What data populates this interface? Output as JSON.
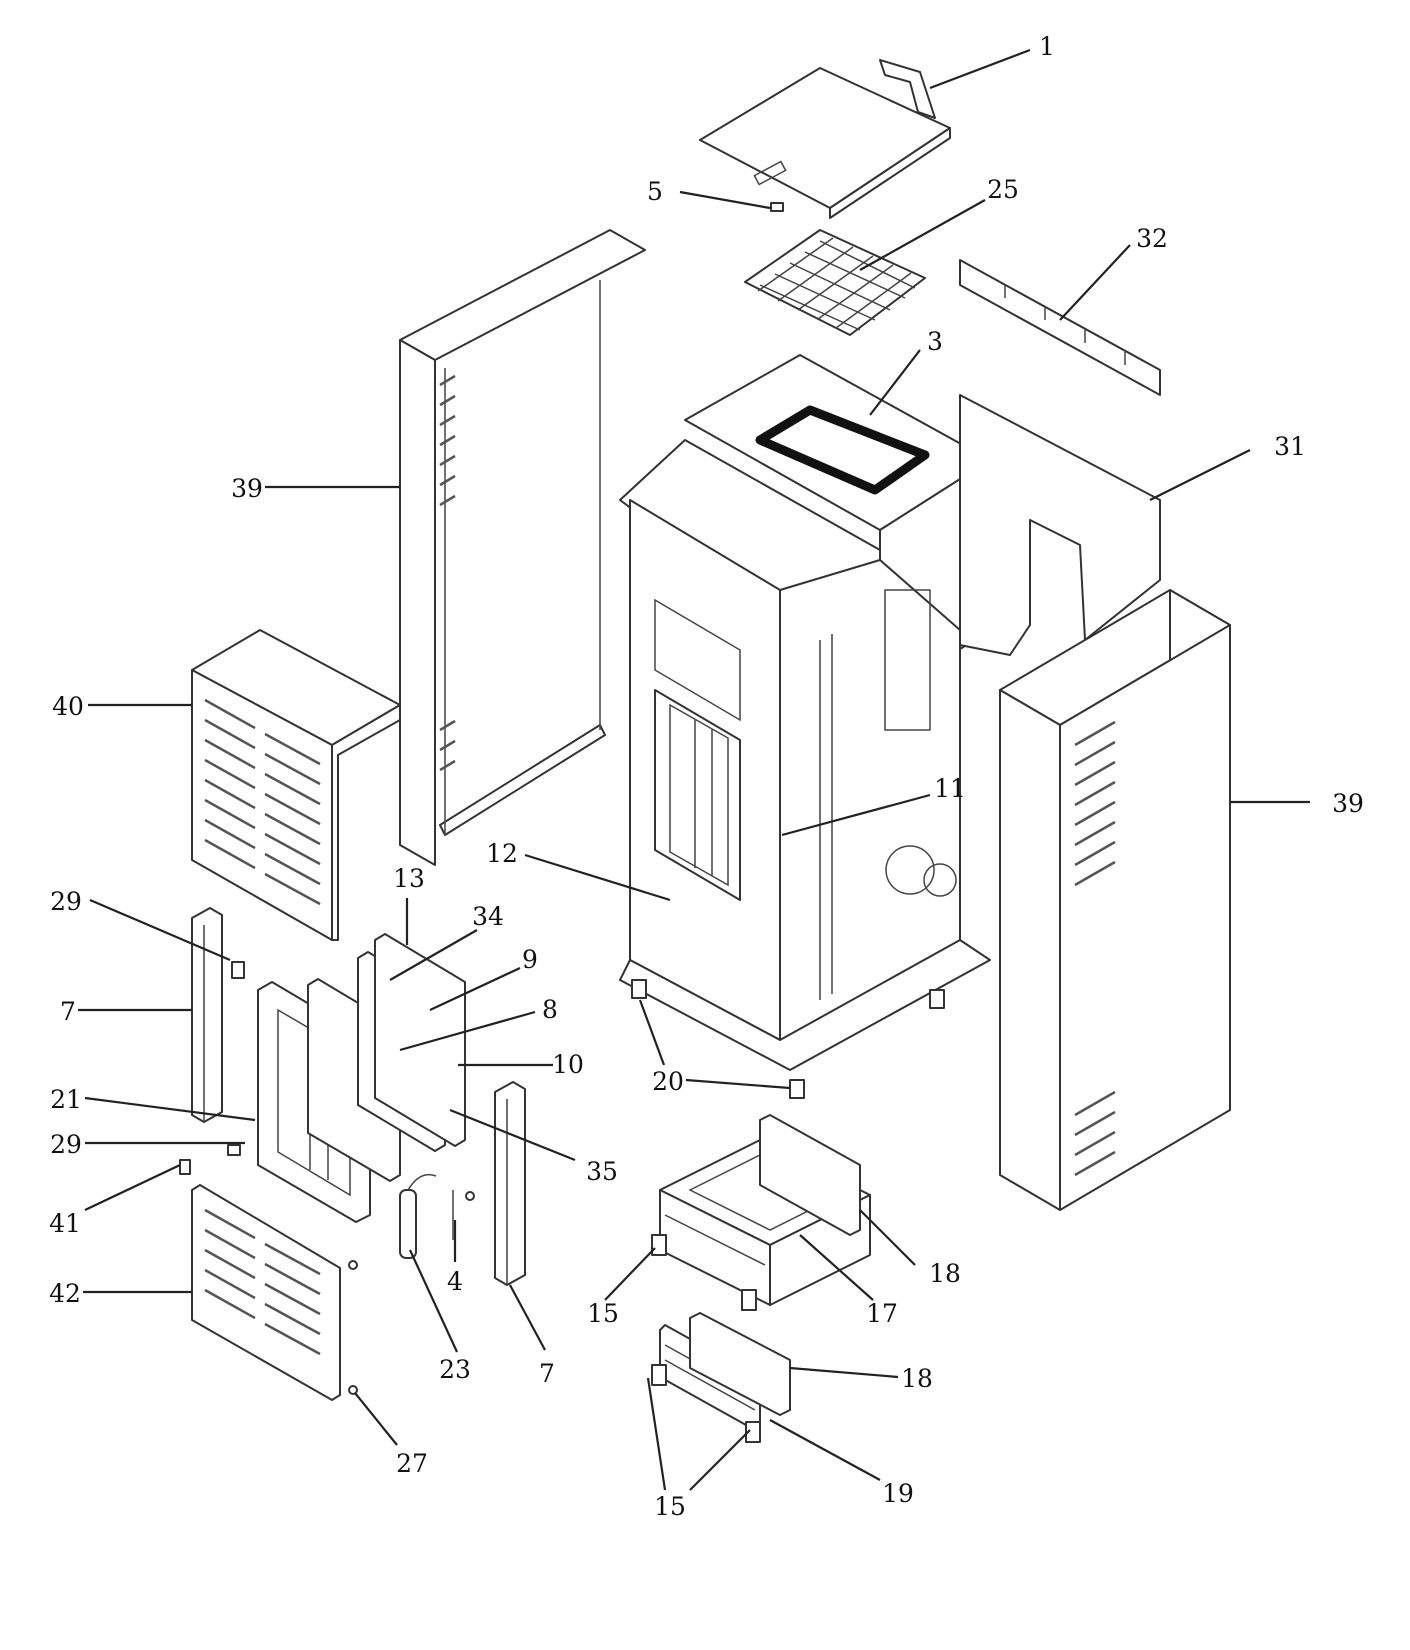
{
  "callouts": [
    {
      "id": "c1",
      "text": "1"
    },
    {
      "id": "c5",
      "text": "5"
    },
    {
      "id": "c25",
      "text": "25"
    },
    {
      "id": "c32",
      "text": "32"
    },
    {
      "id": "c3",
      "text": "3"
    },
    {
      "id": "c31",
      "text": "31"
    },
    {
      "id": "c39a",
      "text": "39"
    },
    {
      "id": "c39b",
      "text": "39"
    },
    {
      "id": "c40",
      "text": "40"
    },
    {
      "id": "c11",
      "text": "11"
    },
    {
      "id": "c12",
      "text": "12"
    },
    {
      "id": "c13",
      "text": "13"
    },
    {
      "id": "c34",
      "text": "34"
    },
    {
      "id": "c9",
      "text": "9"
    },
    {
      "id": "c8",
      "text": "8"
    },
    {
      "id": "c10",
      "text": "10"
    },
    {
      "id": "c29a",
      "text": "29"
    },
    {
      "id": "c29b",
      "text": "29"
    },
    {
      "id": "c7a",
      "text": "7"
    },
    {
      "id": "c7b",
      "text": "7"
    },
    {
      "id": "c21",
      "text": "21"
    },
    {
      "id": "c35",
      "text": "35"
    },
    {
      "id": "c20",
      "text": "20"
    },
    {
      "id": "c41",
      "text": "41"
    },
    {
      "id": "c42",
      "text": "42"
    },
    {
      "id": "c4",
      "text": "4"
    },
    {
      "id": "c23",
      "text": "23"
    },
    {
      "id": "c27",
      "text": "27"
    },
    {
      "id": "c18a",
      "text": "18"
    },
    {
      "id": "c18b",
      "text": "18"
    },
    {
      "id": "c17",
      "text": "17"
    },
    {
      "id": "c15a",
      "text": "15"
    },
    {
      "id": "c15b",
      "text": "15"
    },
    {
      "id": "c19",
      "text": "19"
    }
  ]
}
